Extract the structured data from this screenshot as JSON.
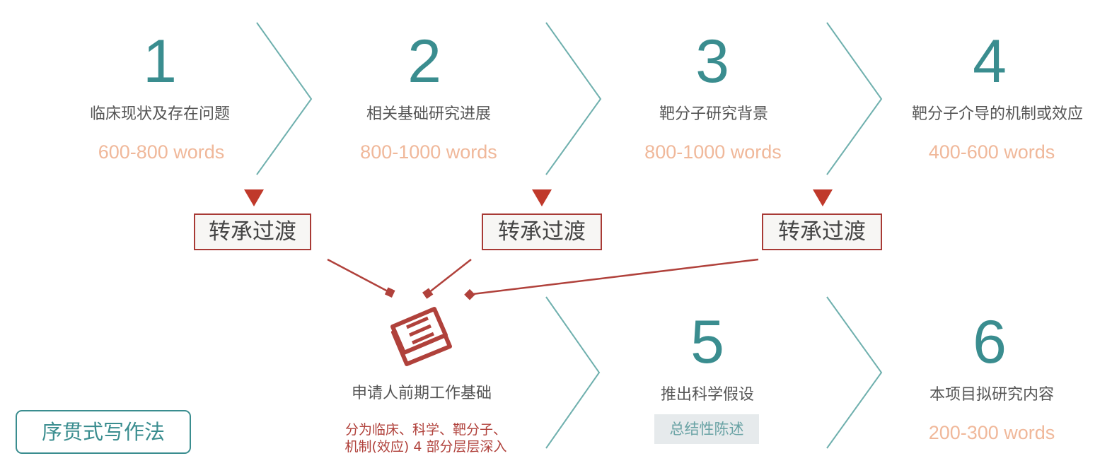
{
  "steps": [
    {
      "number": "1",
      "title": "临床现状及存在问题",
      "words": "600-800 words"
    },
    {
      "number": "2",
      "title": "相关基础研究进展",
      "words": "800-1000 words"
    },
    {
      "number": "3",
      "title": "靶分子研究背景",
      "words": "800-1000 words"
    },
    {
      "number": "4",
      "title": "靶分子介导的机制或效应",
      "words": "400-600 words"
    },
    {
      "number": "5",
      "title": "推出科学假设",
      "note": "总结性陈述"
    },
    {
      "number": "6",
      "title": "本项目拟研究内容",
      "words": "200-300 words"
    }
  ],
  "transitions": [
    "转承过渡",
    "转承过渡",
    "转承过渡"
  ],
  "foundation": {
    "title": "申请人前期工作基础",
    "description_line1": "分为临床、科学、靶分子、",
    "description_line2": "机制(效应) 4 部分层层深入",
    "icon": "document-stack-icon"
  },
  "method_label": "序贯式写作法",
  "colors": {
    "teal": "#3a8d8f",
    "peach": "#f0b89a",
    "red": "#b0413b",
    "chevron": "#6fb0ae"
  }
}
